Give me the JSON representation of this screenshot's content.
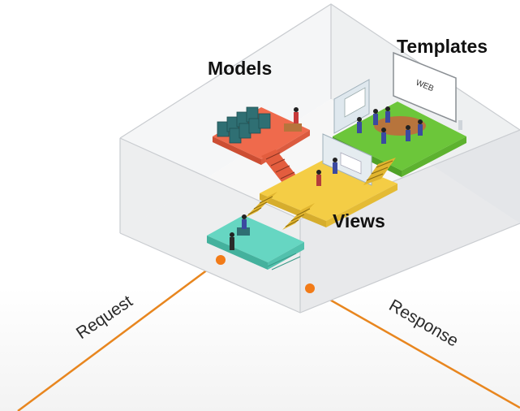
{
  "labels": {
    "models": "Models",
    "templates": "Templates",
    "views": "Views",
    "screen": "WEB",
    "request": "Request",
    "response": "Response"
  },
  "colors": {
    "models_floor": "#ef6a4c",
    "templates_floor": "#6cc63a",
    "views_floor": "#f4cd45",
    "entry_floor": "#66d6c2",
    "flow_line": "#e8861f",
    "dot": "#f27b18"
  }
}
